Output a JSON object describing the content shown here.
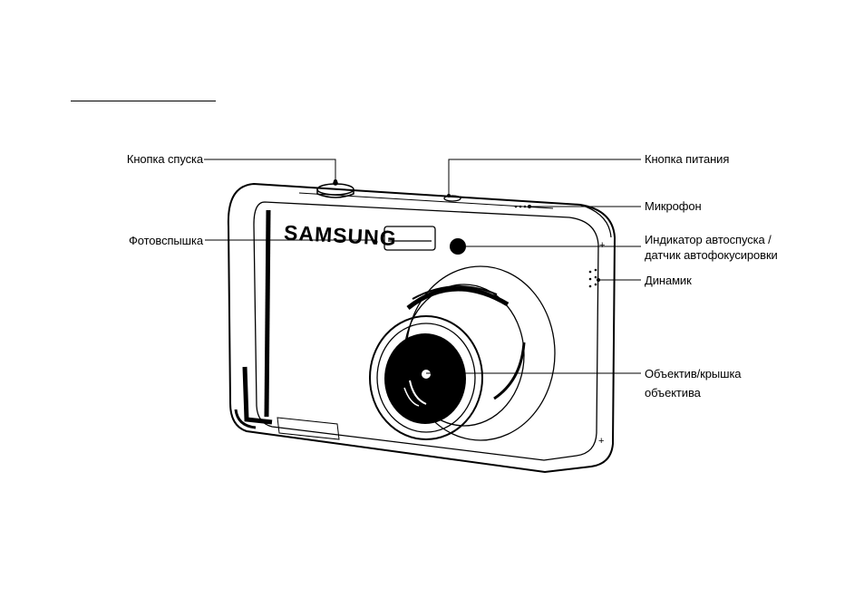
{
  "diagram": {
    "brand_text": "SAMSUNG",
    "labels": {
      "shutter_button": "Кнопка спуска",
      "flash": "Фотовспышка",
      "power_button": "Кнопка питания",
      "microphone": "Микрофон",
      "af_sensor_line1": "Индикатор автоспуска /",
      "af_sensor_line2": "датчик автофокусировки",
      "speaker": "Динамик",
      "lens_line1": "Объектив/крышка",
      "lens_line2": "объектива"
    }
  }
}
